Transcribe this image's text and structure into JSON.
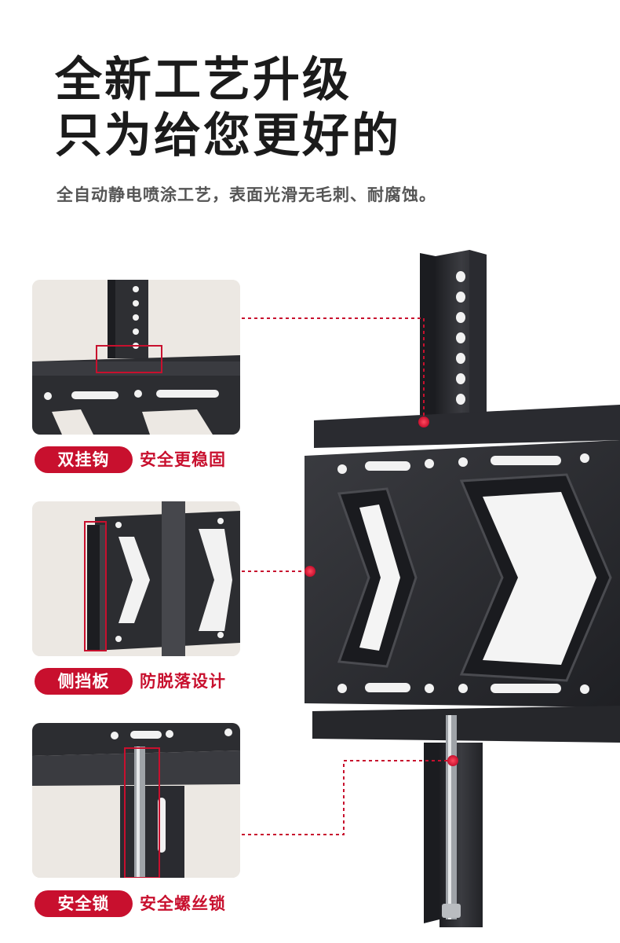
{
  "headline": {
    "line1": "全新工艺升级",
    "line2": "只为给您更好的"
  },
  "subtitle": "全自动静电喷涂工艺，表面光滑无毛刺、耐腐蚀。",
  "features": [
    {
      "title": "双挂钩",
      "desc": "安全更稳固"
    },
    {
      "title": "侧挡板",
      "desc": "防脱落设计"
    },
    {
      "title": "安全锁",
      "desc": "安全螺丝锁"
    }
  ],
  "colors": {
    "accent": "#c8102e",
    "metal": "#2c2d31",
    "thumb_bg": "#ece8e3"
  }
}
